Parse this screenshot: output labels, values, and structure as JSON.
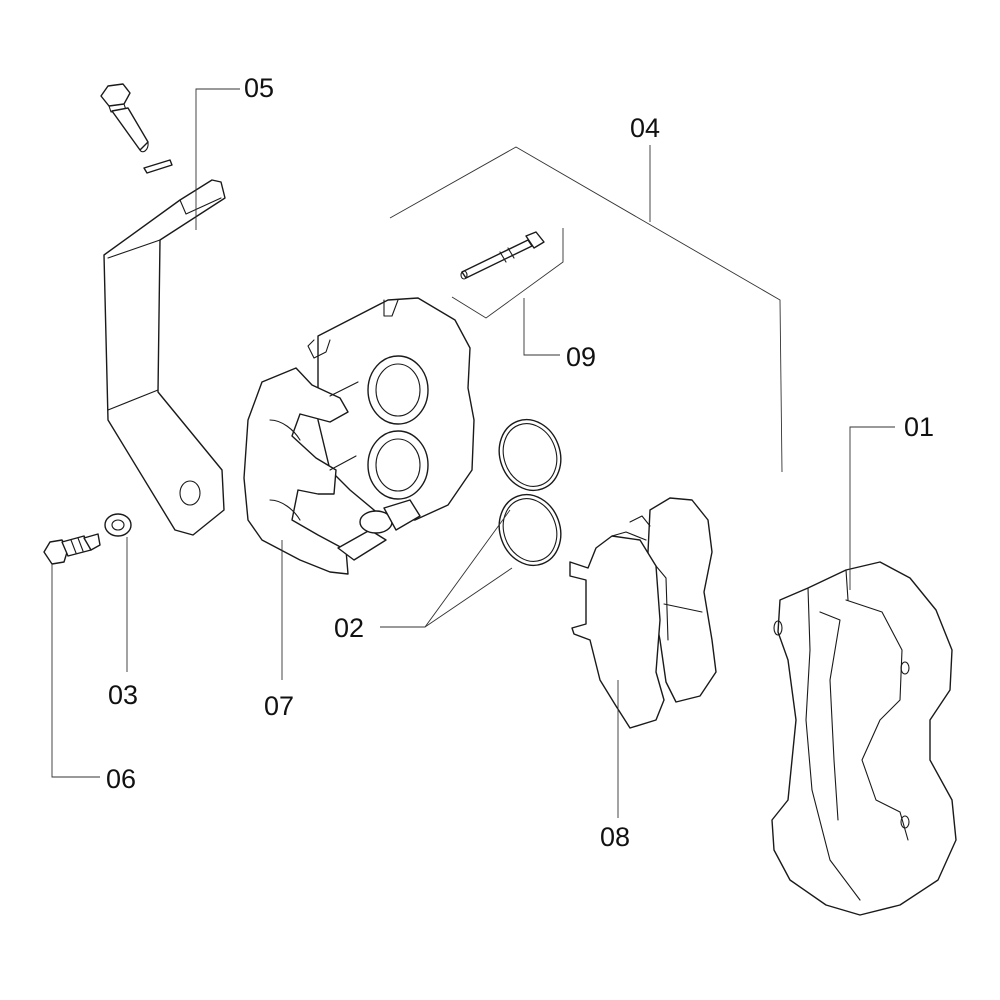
{
  "callouts": {
    "c01": "01",
    "c02": "02",
    "c03": "03",
    "c04": "04",
    "c05": "05",
    "c06": "06",
    "c07": "07",
    "c08": "08",
    "c09": "09"
  },
  "colors": {
    "line": "#1a1a1a",
    "background": "#ffffff"
  }
}
